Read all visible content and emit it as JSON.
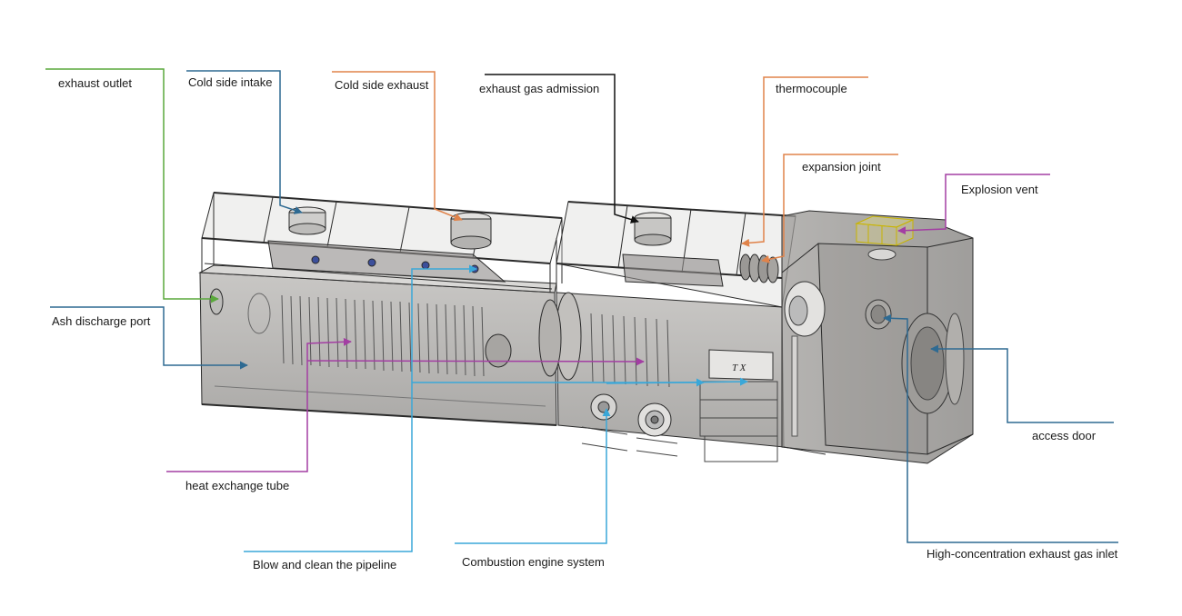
{
  "labels": {
    "exhaust_outlet": "exhaust outlet",
    "cold_side_intake": "Cold side intake",
    "cold_side_exhaust": "Cold side exhaust",
    "exhaust_gas_admission": "exhaust gas admission",
    "thermocouple": "thermocouple",
    "expansion_joint": "expansion joint",
    "explosion_vent": "Explosion vent",
    "ash_discharge_port": "Ash discharge port",
    "access_door": "access door",
    "heat_exchange_tube": "heat exchange tube",
    "blow_and_clean": "Blow and clean the pipeline",
    "combustion_engine_system": "Combustion engine system",
    "high_conc_inlet": "High-concentration exhaust gas inlet"
  },
  "panel_text": "T X",
  "colors": {
    "green": "#5aa83c",
    "blue": "#2e6a92",
    "orange": "#e0834a",
    "black": "#111111",
    "purple": "#a33ea3",
    "cyan": "#3aa7d8"
  }
}
